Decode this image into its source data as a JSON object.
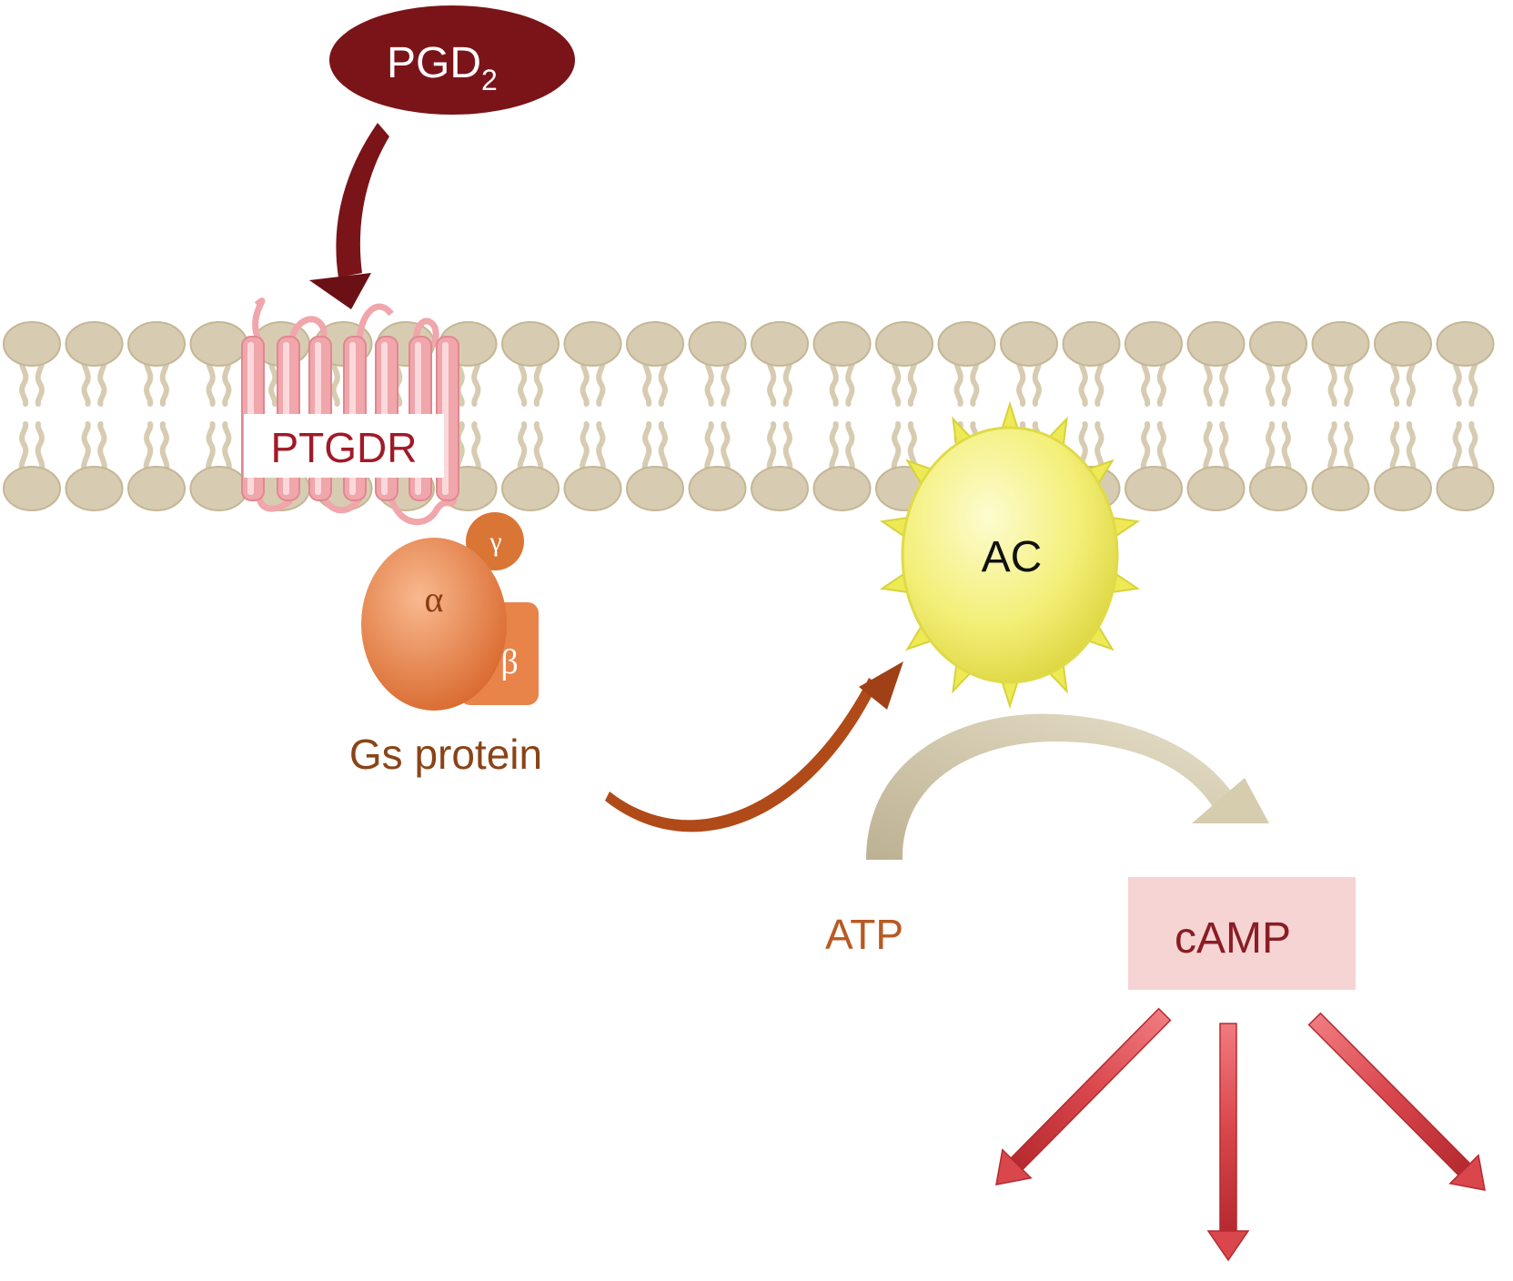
{
  "ligand": {
    "label": "PGD",
    "subscript": "2",
    "color": "#7a1418"
  },
  "receptor": {
    "label": "PTGDR",
    "color": "#a01a28",
    "helix_color": "#f0a6ab"
  },
  "g_protein": {
    "alpha": "α",
    "beta": "β",
    "gamma": "γ",
    "label": "Gs protein",
    "label_color": "#8a4418",
    "subunit_color": "#e8834a"
  },
  "enzyme": {
    "label": "AC",
    "color": "#f2ee6a"
  },
  "substrate": {
    "label": "ATP",
    "color": "#b85a22"
  },
  "product": {
    "label": "cAMP",
    "color": "#8a1d24",
    "box_color": "#f6d4d4"
  },
  "membrane": {
    "lipid_color": "#d7ccb2",
    "lipid_stroke": "#c4b796"
  },
  "arrows": {
    "signal_color": "#b04a18",
    "conversion_color": "#cfc4a4",
    "output_color": "#d9474c"
  }
}
